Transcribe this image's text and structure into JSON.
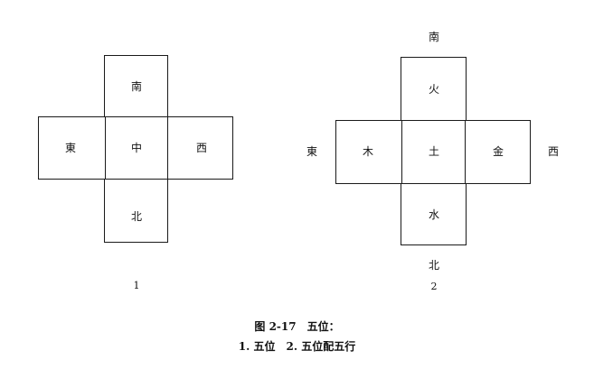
{
  "figure1": {
    "cells": {
      "north": "南",
      "west": "東",
      "center": "中",
      "east": "西",
      "south": "北"
    },
    "number": "1"
  },
  "figure2": {
    "outer": {
      "north": "南",
      "west": "東",
      "east": "西",
      "south": "北"
    },
    "cells": {
      "north": "火",
      "west": "木",
      "center": "土",
      "east": "金",
      "south": "水"
    },
    "number": "2"
  },
  "caption": {
    "line1": "图 2-17　五位：",
    "line2": "1. 五位　2. 五位配五行"
  }
}
